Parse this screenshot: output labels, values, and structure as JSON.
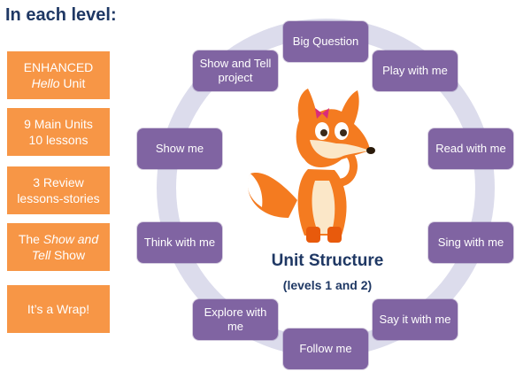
{
  "heading": "In each level:",
  "side_boxes": [
    {
      "line1": "ENHANCED",
      "line2_italic": "Hello",
      "line2_rest": " Unit"
    },
    {
      "line1": "9 Main Units",
      "line2": "10 lessons"
    },
    {
      "line1": "3 Review",
      "line2": "lessons-stories"
    },
    {
      "line1_pre": "The ",
      "line1_italic": "Show and",
      "line2_italic": "Tell",
      "line2_rest": " Show"
    },
    {
      "line1": "It’s a Wrap!"
    }
  ],
  "cycle": [
    "Big Question",
    "Play with me",
    "Read with me",
    "Sing with me",
    "Say it with me",
    "Follow me",
    "Explore with me",
    "Think with me",
    "Show me",
    "Show and Tell project"
  ],
  "center": {
    "title": "Unit Structure",
    "subtitle": "(levels 1 and 2)"
  },
  "colors": {
    "orange_box": "#f79646",
    "purple_node": "#8064a2",
    "ring": "#dcdcec",
    "heading": "#1f3864"
  }
}
